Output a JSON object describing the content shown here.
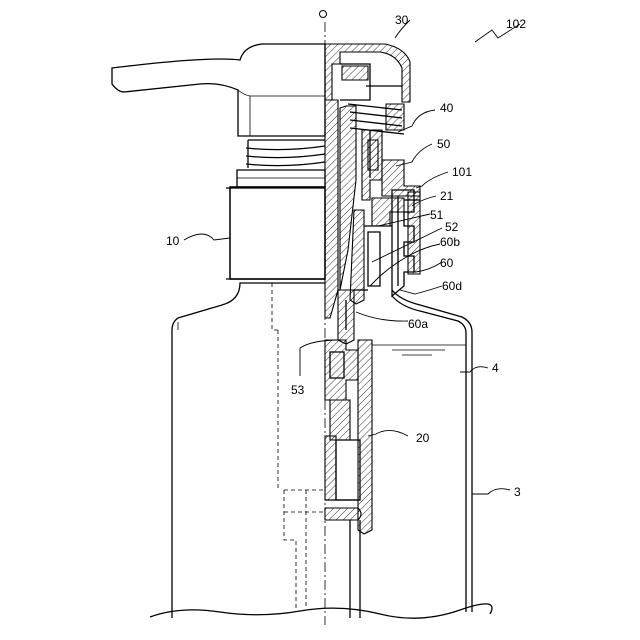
{
  "labels": {
    "center_mark": "O",
    "l102": "102",
    "l30": "30",
    "l40": "40",
    "l50": "50",
    "l101": "101",
    "l21": "21",
    "l51": "51",
    "l52": "52",
    "l60b": "60b",
    "l60": "60",
    "l60d": "60d",
    "l60a": "60a",
    "l10": "10",
    "l53": "53",
    "l4": "4",
    "l20": "20",
    "l3": "3"
  }
}
